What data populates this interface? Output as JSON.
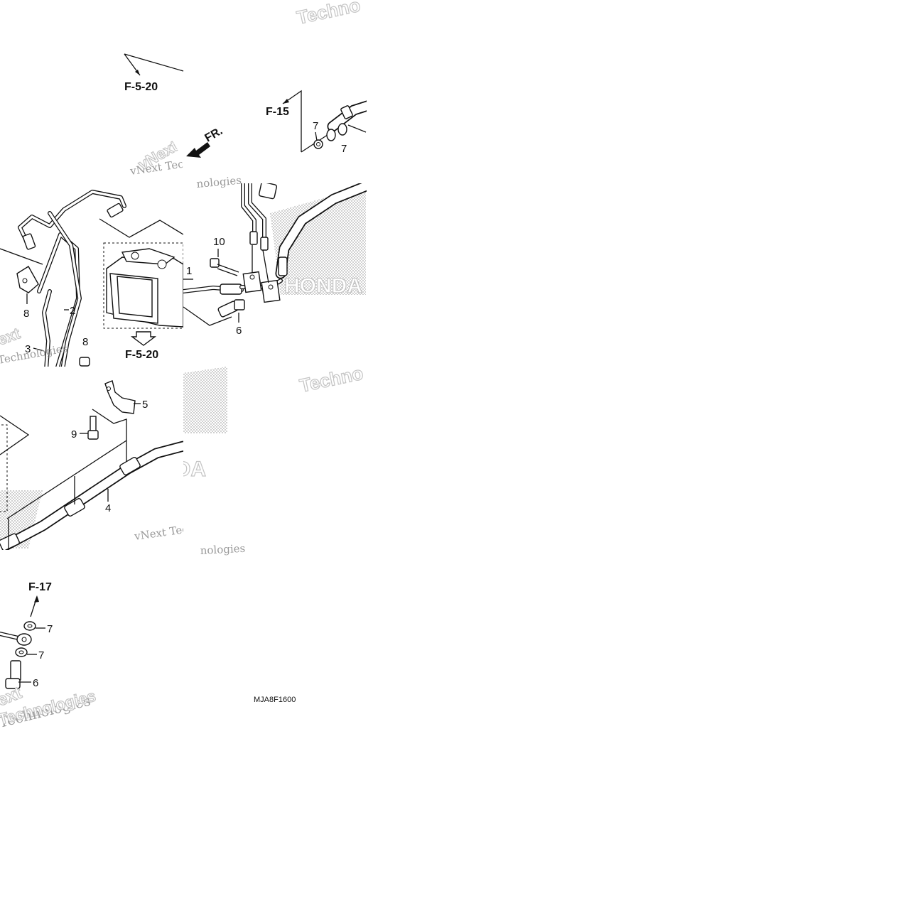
{
  "diagram": {
    "code": "MJA8F1600",
    "direction_label": "FR.",
    "refs": {
      "top_left": "F-5-20",
      "top_right": "F-15",
      "below_modulator": "F-5-20",
      "bottom": "F-17"
    },
    "part_labels": {
      "p1": "1",
      "p2": "2",
      "p3": "3",
      "p4": "4",
      "p5": "5",
      "p6_mid": "6",
      "p6_bottom": "6",
      "p7_top_a": "7",
      "p7_top_b": "7",
      "p7_bottom_a": "7",
      "p7_bottom_b": "7",
      "p8_left": "8",
      "p8_lower": "8",
      "p9": "9",
      "p10": "10"
    },
    "watermarks": {
      "vnext": "vNext",
      "vnext_tec_1": "vNext Tec",
      "vnext_tec_2": "vNext Tec",
      "technologies_1": "Technologies",
      "technologies_2": "Technologies",
      "technologies_3": "Technologies",
      "nologies_1": "nologies",
      "nologies_2": "nologies",
      "techno_1": "Techno",
      "techno_2": "Techno",
      "ext": "ext",
      "brand_1": "HONDA",
      "brand_2": "HONDA"
    }
  }
}
